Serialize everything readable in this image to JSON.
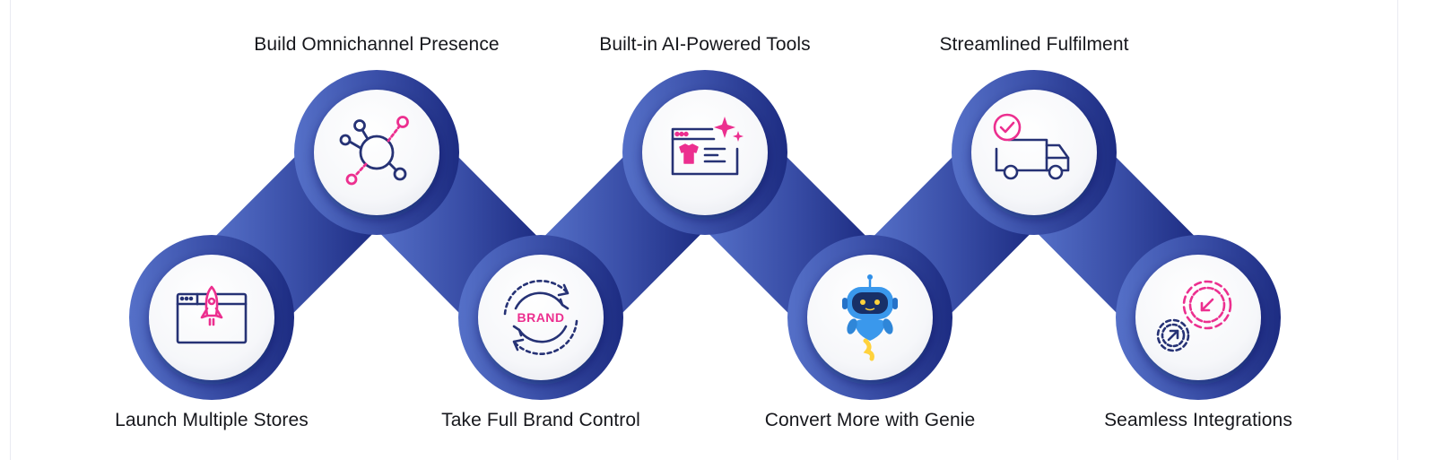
{
  "colors": {
    "chain_start": "#4f6bc4",
    "chain_end": "#1f2f85",
    "icon_navy": "#263275",
    "icon_pink": "#ec2f8f",
    "disc": "#f7f8fa"
  },
  "steps": [
    {
      "label": "Launch Multiple Stores",
      "icon": "rocket-browser-icon"
    },
    {
      "label": "Build Omnichannel Presence",
      "icon": "omnichannel-network-icon"
    },
    {
      "label": "Take Full Brand Control",
      "icon": "brand-cycle-icon"
    },
    {
      "label": "Built-in AI-Powered Tools",
      "icon": "ai-sparkle-browser-icon",
      "badge": ""
    },
    {
      "label": "Convert More with Genie",
      "icon": "genie-robot-icon"
    },
    {
      "label": "Streamlined Fulfilment",
      "icon": "delivery-truck-icon"
    },
    {
      "label": "Seamless Integrations",
      "icon": "integration-gears-icon"
    }
  ],
  "brand_badge": "BRAND"
}
